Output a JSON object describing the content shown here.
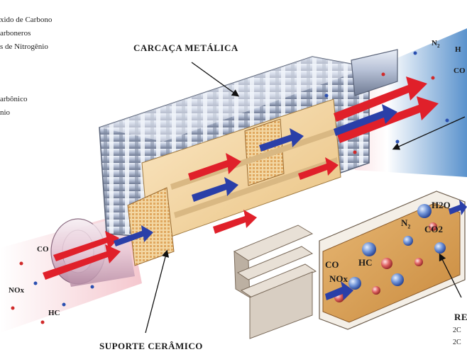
{
  "legend_lines": [
    "xido de Carbono",
    "arboneros",
    "s de Nitrogênio",
    "arbônico",
    "nio"
  ],
  "labels": {
    "carcaca": "CARCAÇA METÁLICA",
    "suporte": "SUPORTE CERÂMICO",
    "reacao_partial": "RE",
    "eq1_partial": "2C",
    "eq2_partial": "2C"
  },
  "gases_in": {
    "co": "CO",
    "nox": "NOx",
    "hc": "HC"
  },
  "gases_out": {
    "n2": "N",
    "n2_sub": "2",
    "h2o_partial": "H",
    "co_partial": "CO"
  },
  "zoom_box": {
    "h2o": "H2O",
    "n2": "N",
    "n2_sub": "2",
    "co2": "CO2",
    "co": "CO",
    "hc": "HC",
    "nox": "NOx"
  },
  "colors": {
    "arrow_red": "#e0202a",
    "arrow_blue": "#2a3fa8",
    "metal": "#b9c3d6",
    "ceramic": "#f3d9a8",
    "exhaust_blue": "#5b9bd5",
    "zoom_fill": "#d9a25a"
  }
}
